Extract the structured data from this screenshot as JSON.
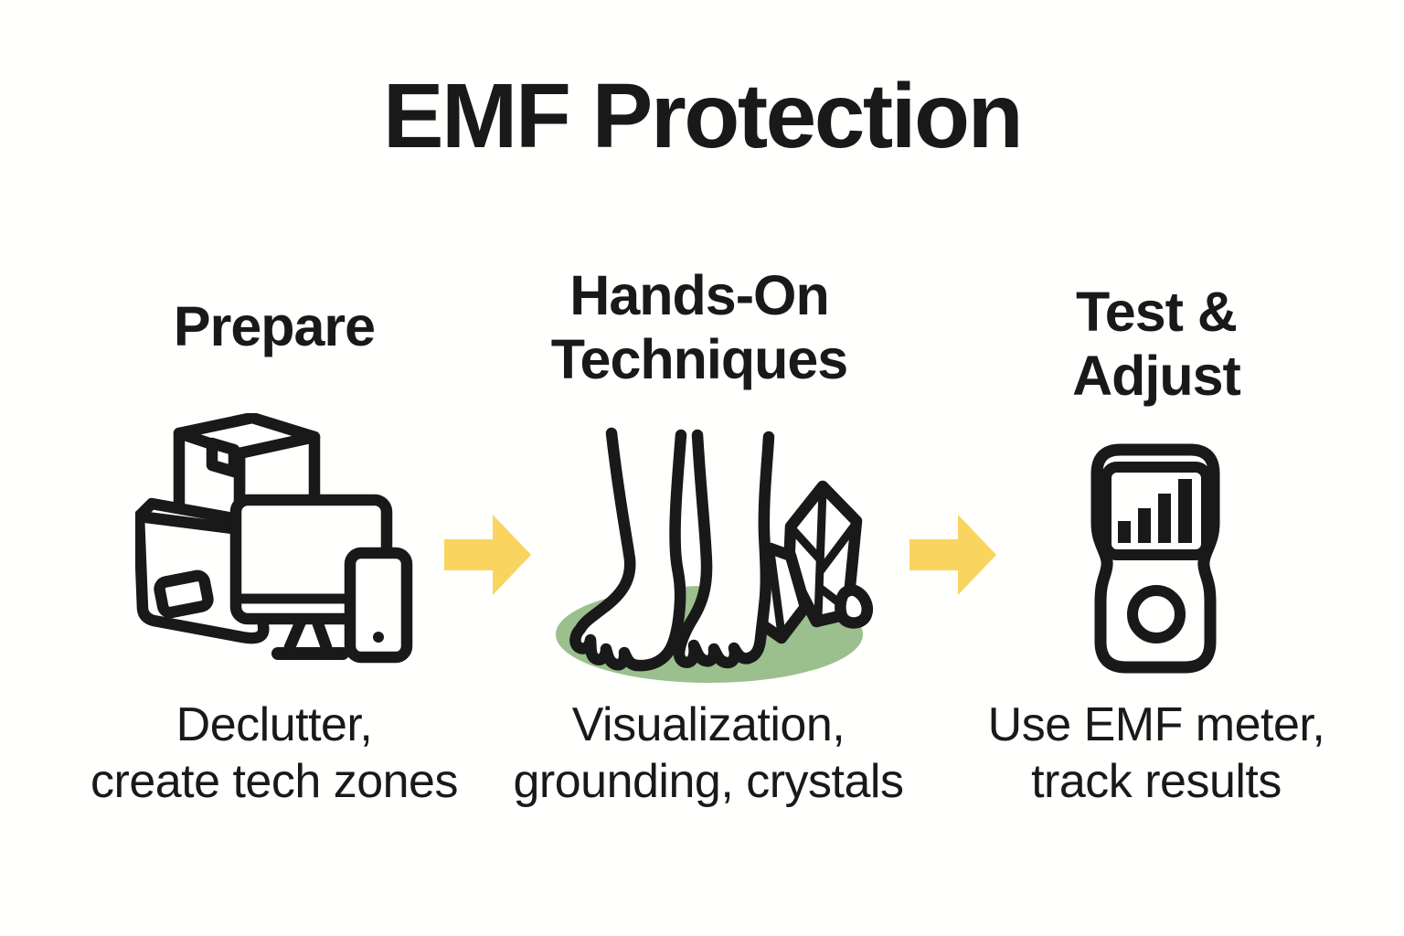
{
  "title": "EMF Protection",
  "colors": {
    "ink": "#191919",
    "background": "#FFFFFE",
    "arrow_yellow": "#F9D45E",
    "grass_green": "#9CBF8E"
  },
  "steps": [
    {
      "id": "prepare",
      "heading_lines": [
        "Prepare"
      ],
      "caption_lines": [
        "Declutter,",
        "create tech zones"
      ],
      "icon": "box-devices-icon"
    },
    {
      "id": "hands-on-techniques",
      "heading_lines": [
        "Hands-On",
        "Techniques"
      ],
      "caption_lines": [
        "Visualization,",
        "grounding, crystals"
      ],
      "icon": "bare-feet-grounding-crystals-icon"
    },
    {
      "id": "test-adjust",
      "heading_lines": [
        "Test &",
        "Adjust"
      ],
      "caption_lines": [
        "Use EMF meter,",
        "track results"
      ],
      "icon": "emf-meter-icon"
    }
  ],
  "arrows": [
    {
      "icon": "right-arrow-icon"
    },
    {
      "icon": "right-arrow-icon"
    }
  ]
}
